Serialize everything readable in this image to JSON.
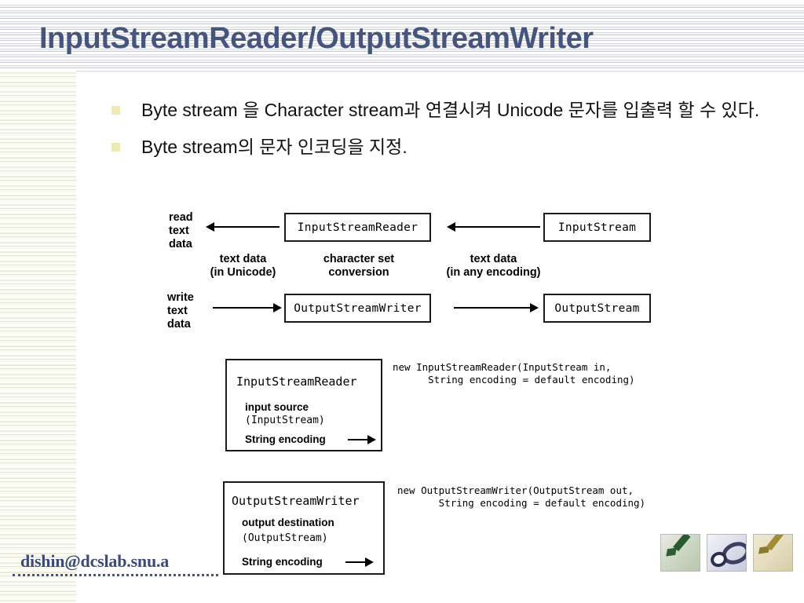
{
  "slide": {
    "title": "InputStreamReader/OutputStreamWriter",
    "title_color": "#46557e",
    "bullet_color": "#ece9b4",
    "footer_email": "dishin@dcslab.snu.a"
  },
  "bullets": [
    {
      "text": "Byte stream 을 Character stream과 연결시켜 Unicode 문자를 입출력 할 수 있다."
    },
    {
      "text": "Byte stream의 문자 인코딩을 지정."
    }
  ],
  "figure_flow": {
    "boxes": {
      "input_stream_reader": "InputStreamReader",
      "input_stream": "InputStream",
      "output_stream_writer": "OutputStreamWriter",
      "output_stream": "OutputStream"
    },
    "side_labels": {
      "read": "read\ntext\ndata",
      "write": "write\ntext\ndata"
    },
    "captions": {
      "left": "text data\n(in Unicode)",
      "middle": "character set\nconversion",
      "right": "text data\n(in any encoding)"
    }
  },
  "figure_reader": {
    "box_title": "InputStreamReader",
    "field_label": "input source",
    "field_type": "(InputStream)",
    "field_encoding": "String  encoding",
    "code": "new InputStreamReader(InputStream in,\n      String encoding = default encoding)"
  },
  "figure_writer": {
    "box_title": "OutputStreamWriter",
    "field_label": "output destination",
    "field_type": "(OutputStream)",
    "field_encoding": "String  encoding",
    "code": "new OutputStreamWriter(OutputStream out,\n       String encoding = default encoding)"
  },
  "thumbnails": [
    {
      "name": "green-check-thumbnail"
    },
    {
      "name": "dark-ellipse-thumbnail"
    },
    {
      "name": "gold-check-thumbnail"
    }
  ]
}
